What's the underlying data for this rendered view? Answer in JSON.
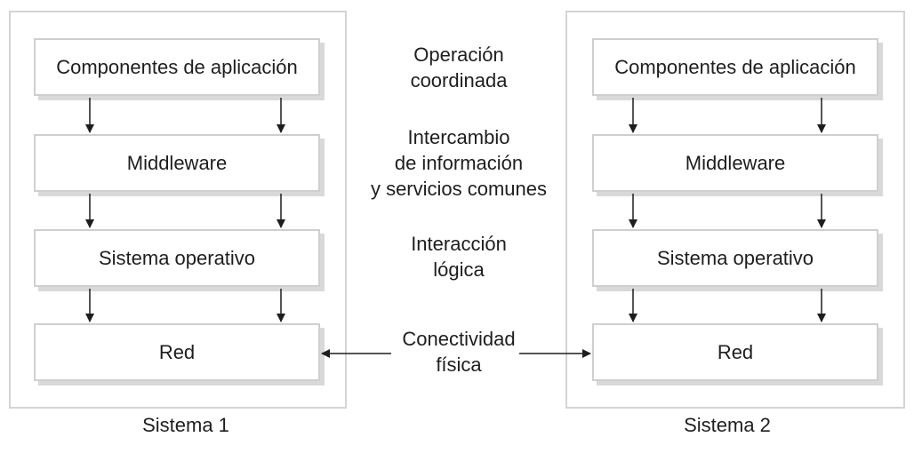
{
  "systems": [
    {
      "caption": "Sistema 1",
      "layers": [
        "Componentes de aplicación",
        "Middleware",
        "Sistema operativo",
        "Red"
      ]
    },
    {
      "caption": "Sistema 2",
      "layers": [
        "Componentes de aplicación",
        "Middleware",
        "Sistema operativo",
        "Red"
      ]
    }
  ],
  "interactions": [
    "Operación\ncoordinada",
    "Intercambio\nde información\ny servicios comunes",
    "Interacción\nlógica",
    "Conectividad\nfísica"
  ]
}
